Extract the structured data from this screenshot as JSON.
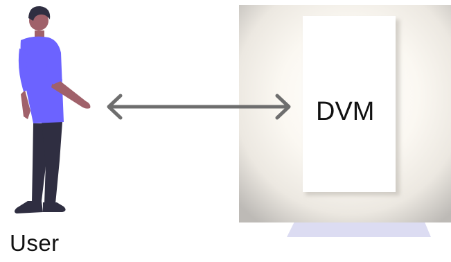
{
  "labels": {
    "user": "User",
    "dvm": "DVM"
  },
  "icons": {
    "person": "standing-person-illustration",
    "arrow": "double-headed-arrow-icon",
    "display": "display-screen-icon"
  },
  "colors": {
    "shirt": "#6c63ff",
    "pants": "#2f2e41",
    "skin": "#a0616a",
    "hair": "#2f2e41",
    "arrow": "#6e6e6e",
    "stand": "#dcdcf2",
    "panel": "#ffffff"
  }
}
